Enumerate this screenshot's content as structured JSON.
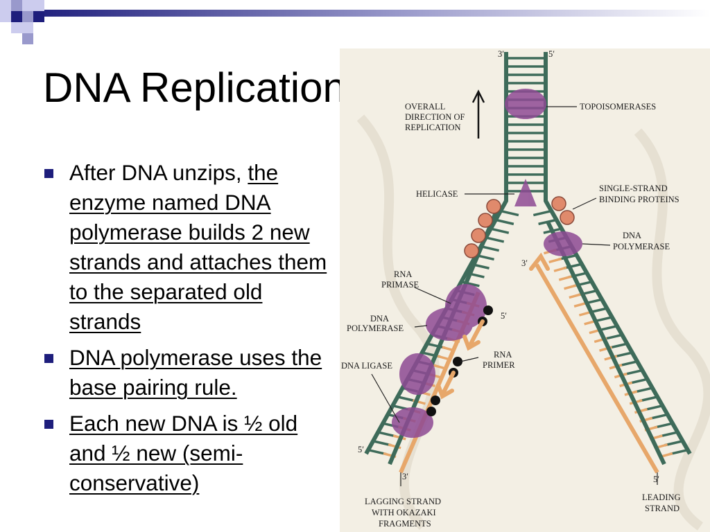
{
  "slide": {
    "title": "DNA Replication",
    "accent_colors": {
      "navy": "#1e1e7c",
      "periwinkle": "#9999cc",
      "lavender": "#ccccee"
    }
  },
  "bullets": [
    {
      "plain": "After DNA unzips, ",
      "underlined": "the enzyme named DNA polymerase builds 2 new strands and attaches them to the separated old strands"
    },
    {
      "plain": "",
      "underlined": "DNA polymerase uses the base pairing rule."
    },
    {
      "plain": "",
      "underlined": "Each new DNA is ½ old and ½ new (semi-conservative)"
    }
  ],
  "diagram": {
    "labels": {
      "top_left_end": "3′",
      "top_right_end": "5′",
      "direction_line1": "OVERALL",
      "direction_line2": "DIRECTION OF",
      "direction_line3": "REPLICATION",
      "topoisomerases": "TOPOISOMERASES",
      "helicase": "HELICASE",
      "ssb_line1": "SINGLE-STRAND",
      "ssb_line2": "BINDING PROTEINS",
      "dna_polymerase_right_line1": "DNA",
      "dna_polymerase_right_line2": "POLYMERASE",
      "rna_primase_line1": "RNA",
      "rna_primase_line2": "PRIMASE",
      "dna_polymerase_left_line1": "DNA",
      "dna_polymerase_left_line2": "POLYMERASE",
      "mid_five_prime": "5′",
      "dna_ligase": "DNA LIGASE",
      "rna_primer_line1": "RNA",
      "rna_primer_line2": "PRIMER",
      "leading_three_prime": "3′",
      "bottom_left_five_prime": "5′",
      "bottom_left_three_prime": "3′",
      "bottom_right_five_prime": "5′",
      "lagging_line1": "LAGGING STRAND",
      "lagging_line2": "WITH OKAZAKI",
      "lagging_line3": "FRAGMENTS",
      "leading_line1": "LEADING",
      "leading_line2": "STRAND"
    },
    "colors": {
      "backbone": "#3e6b5a",
      "new_strand": "#e7a76a",
      "enzyme": "#8e4a94",
      "ssb_protein": "#e08a6c",
      "primer": "#111111",
      "background_paper": "#f3efe4"
    }
  }
}
